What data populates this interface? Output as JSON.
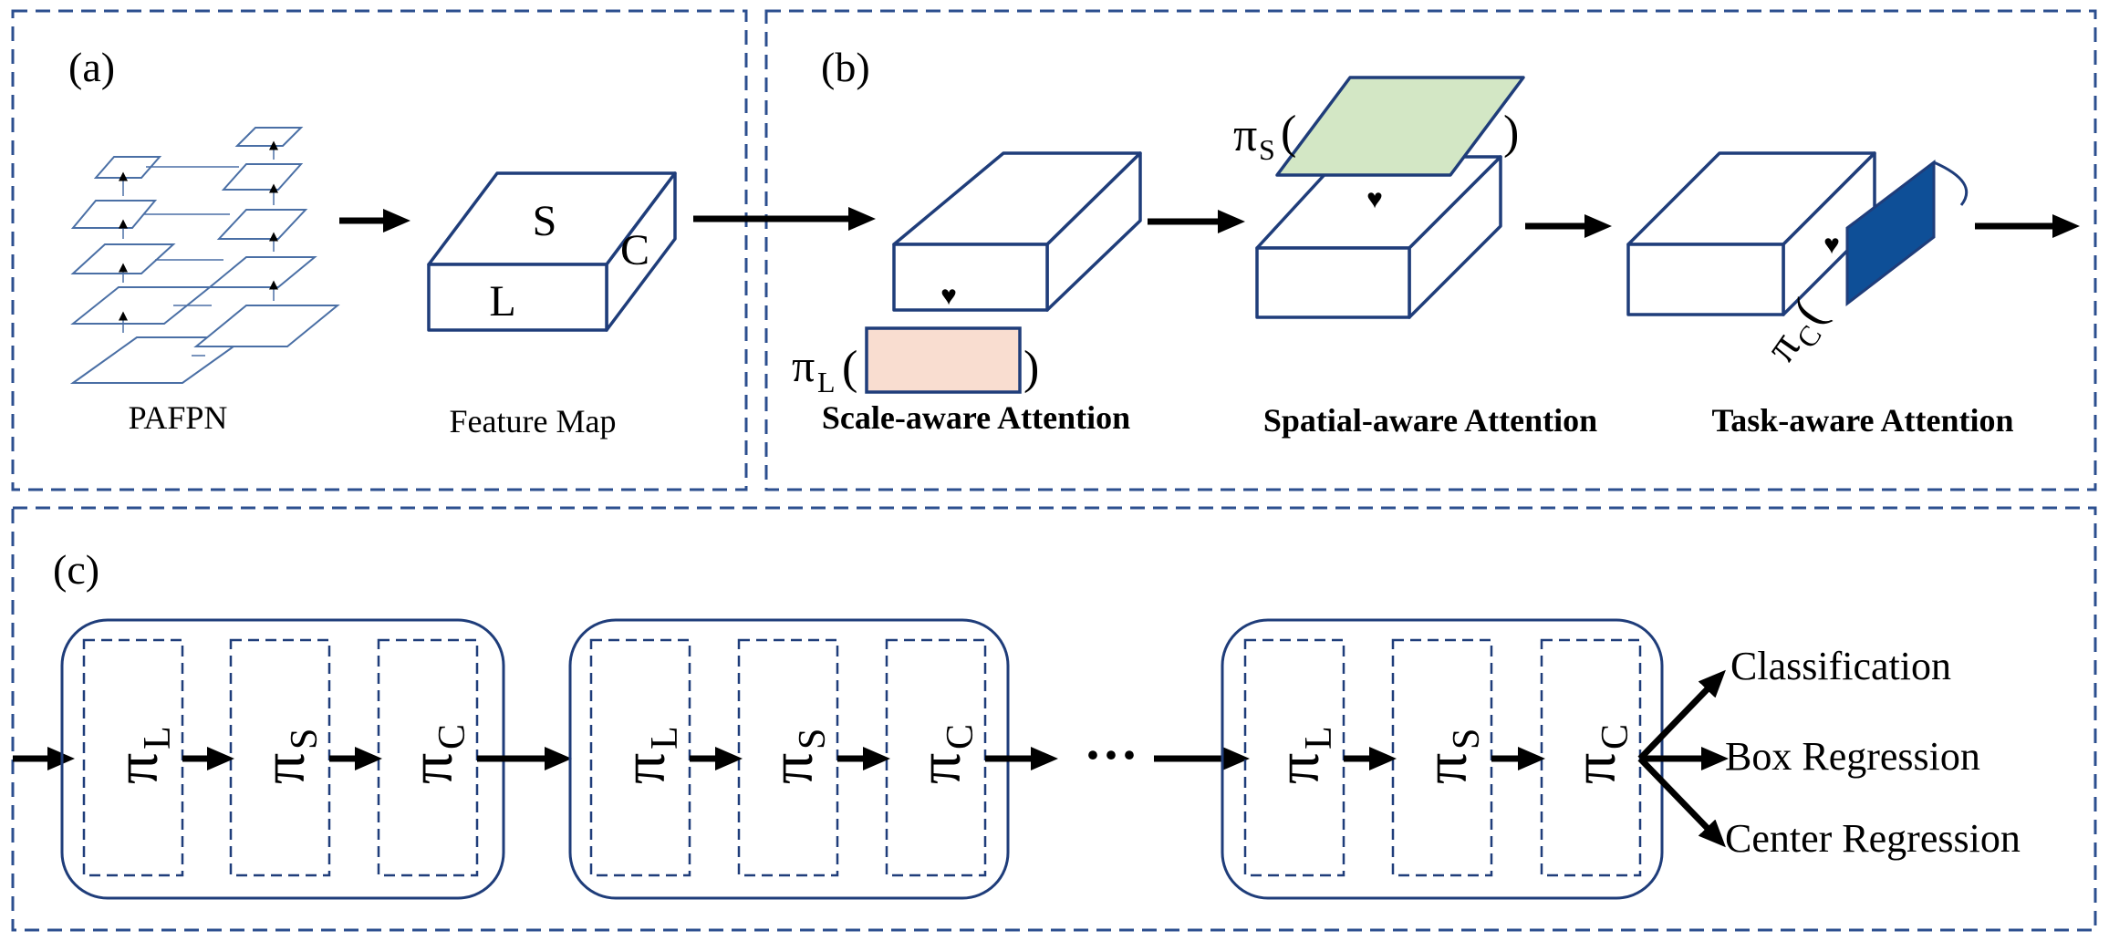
{
  "panels": {
    "a": {
      "label": "(a)",
      "pafpn_label": "PAFPN",
      "feature_map_label": "Feature Map",
      "face_s": "S",
      "face_c": "C",
      "face_l": "L"
    },
    "b": {
      "label": "(b)",
      "scale": {
        "title": "Scale-aware Attention",
        "pi": "π",
        "sub": "L",
        "open": "(",
        "close": ")"
      },
      "spatial": {
        "title": "Spatial-aware Attention",
        "pi": "π",
        "sub": "S",
        "open": "(",
        "close": ")"
      },
      "task": {
        "title": "Task-aware Attention",
        "pi": "π",
        "sub": "C",
        "open": "(",
        "close": ")"
      },
      "heart": "♥"
    },
    "c": {
      "label": "(c)",
      "pi": "π",
      "subs": [
        "L",
        "S",
        "C"
      ],
      "ellipsis": "···",
      "outputs": [
        "Classification",
        "Box Regression",
        "Center Regression"
      ]
    }
  },
  "colors": {
    "panel_border": "#2c4f8f",
    "box_stroke": "#1f3d7a",
    "scale_fill": "#f9ddd0",
    "spatial_fill": "#d3e7c5",
    "task_fill": "#0e4f97"
  }
}
